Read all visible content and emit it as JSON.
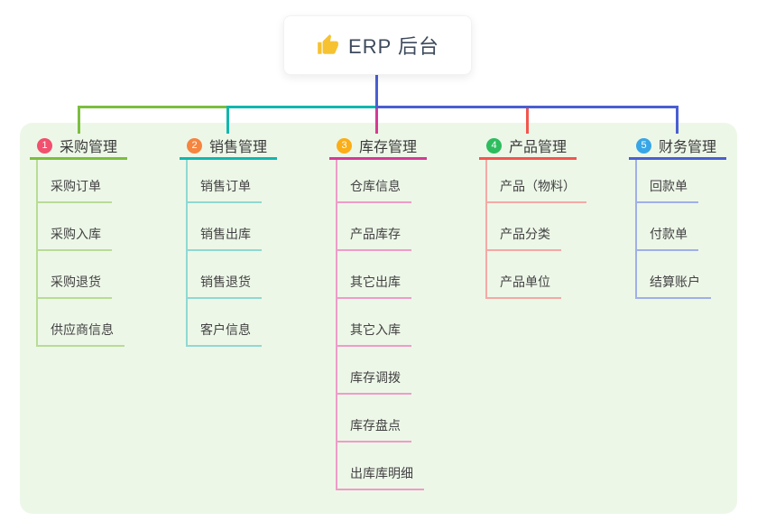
{
  "root": {
    "label": "ERP 后台",
    "icon": "thumbs-up-icon"
  },
  "canvas": {
    "page_bg": "#ffffff",
    "panel_bg": "#edf7e8",
    "root_line_color": "#4a5fd1"
  },
  "branches": [
    {
      "badge": "1",
      "label": "采购管理",
      "badge_color": "#f1506e",
      "color": "#7cbe3f",
      "light_color": "#b9dc96",
      "children": [
        "采购订单",
        "采购入库",
        "采购退货",
        "供应商信息"
      ]
    },
    {
      "badge": "2",
      "label": "销售管理",
      "badge_color": "#f68540",
      "color": "#12b7ae",
      "light_color": "#8fd9d2",
      "children": [
        "销售订单",
        "销售出库",
        "销售退货",
        "客户信息"
      ]
    },
    {
      "badge": "3",
      "label": "库存管理",
      "badge_color": "#fbae17",
      "color": "#d63a94",
      "light_color": "#ef9cc8",
      "children": [
        "仓库信息",
        "产品库存",
        "其它出库",
        "其它入库",
        "库存调拨",
        "库存盘点",
        "出库库明细"
      ]
    },
    {
      "badge": "4",
      "label": "产品管理",
      "badge_color": "#2dbd5e",
      "color": "#f2564f",
      "light_color": "#f5a9a4",
      "children": [
        "产品（物料）",
        "产品分类",
        "产品单位"
      ]
    },
    {
      "badge": "5",
      "label": "财务管理",
      "badge_color": "#38a6e6",
      "color": "#4a5fd1",
      "light_color": "#9fb0e8",
      "children": [
        "回款单",
        "付款单",
        "结算账户"
      ]
    }
  ]
}
